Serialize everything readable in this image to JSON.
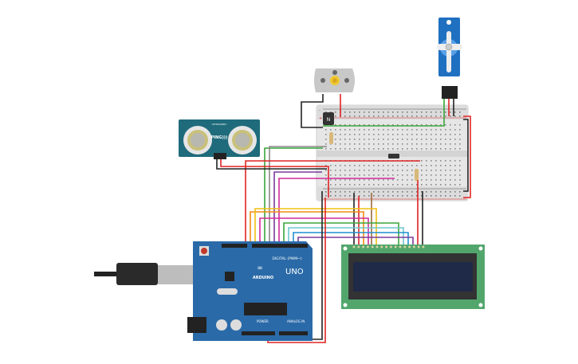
{
  "sensor": {
    "label": "PING)))",
    "model": "ULTRASONIC",
    "colors": {
      "board": "#1f6b7c",
      "transducer": "#c9c07a"
    }
  },
  "transistor": {
    "label": "N"
  },
  "arduino": {
    "brand": "ARDUINO",
    "model": "UNO",
    "digital_label": "DIGITAL (PWM~)",
    "power_label": "POWER",
    "analog_label": "ANALOG IN",
    "color": "#2a6aa8"
  },
  "lcd": {
    "board_color": "#52a66c",
    "screen_color": "#1e2a48"
  },
  "breadboard": {
    "rail_plus": "+",
    "rail_minus": "-"
  },
  "wire_colors": {
    "red": "#e02424",
    "black": "#222222",
    "green": "#3aa53a",
    "orange": "#f08c10",
    "yellow": "#f0c010",
    "magenta": "#d02a9a",
    "cyan": "#6ec6d0",
    "blue": "#1f8fd0",
    "purple": "#7a3a9a",
    "brown": "#9a6a3a",
    "gray": "#888888"
  }
}
